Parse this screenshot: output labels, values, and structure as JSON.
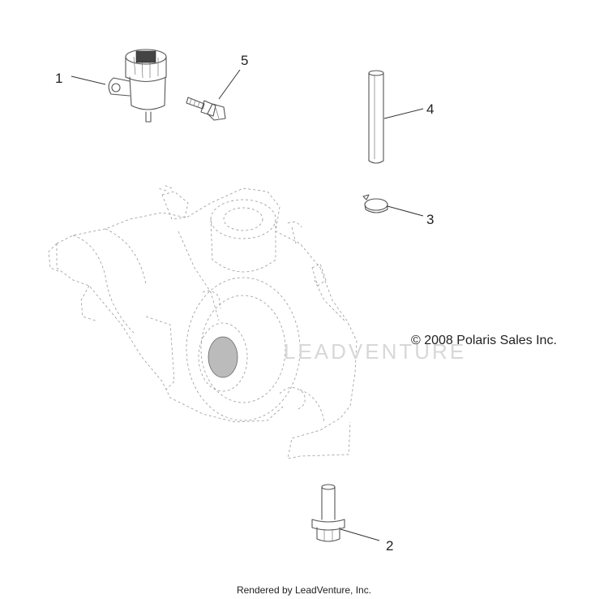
{
  "callouts": [
    {
      "id": "1",
      "label": "1"
    },
    {
      "id": "2",
      "label": "2"
    },
    {
      "id": "3",
      "label": "3"
    },
    {
      "id": "4",
      "label": "4"
    },
    {
      "id": "5",
      "label": "5"
    }
  ],
  "copyright": "© 2008 Polaris Sales Inc.",
  "watermark": "LEADVENTURE",
  "footer": "Rendered by LeadVenture, Inc.",
  "colors": {
    "line": "#555555",
    "text": "#222222",
    "watermark": "#d8d8d8"
  }
}
